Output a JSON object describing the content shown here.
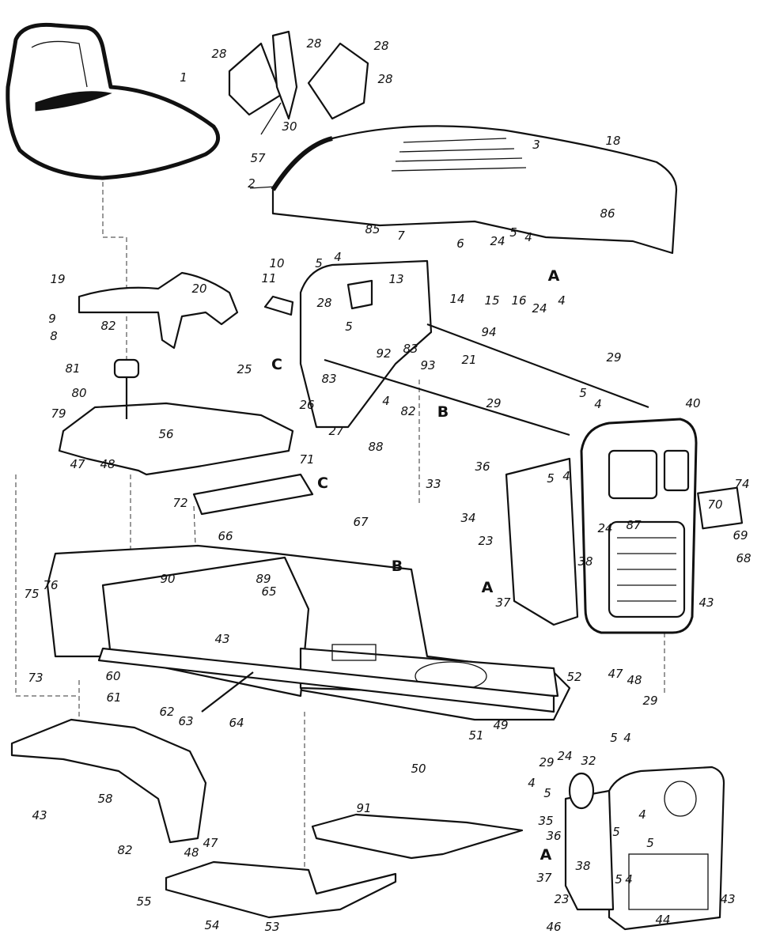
{
  "diagram": {
    "type": "exploded parts diagram",
    "callouts": [
      "1",
      "28",
      "28",
      "28",
      "28",
      "30",
      "3",
      "18",
      "57",
      "2",
      "86",
      "85",
      "7",
      "10",
      "5",
      "4",
      "6",
      "24",
      "5",
      "4",
      "A",
      "24",
      "4",
      "15",
      "16",
      "19",
      "20",
      "9",
      "82",
      "8",
      "11",
      "28",
      "13",
      "14",
      "94",
      "5",
      "92",
      "83",
      "93",
      "21",
      "29",
      "81",
      "25",
      "C",
      "26",
      "83",
      "4",
      "82",
      "B",
      "29",
      "80",
      "27",
      "88",
      "5",
      "4",
      "40",
      "79",
      "56",
      "47",
      "48",
      "71",
      "C",
      "72",
      "66",
      "67",
      "33",
      "34",
      "36",
      "5",
      "4",
      "24",
      "87",
      "70",
      "74",
      "23",
      "38",
      "A",
      "37",
      "69",
      "68",
      "43",
      "B",
      "90",
      "89",
      "65",
      "76",
      "75",
      "43",
      "73",
      "60",
      "61",
      "62",
      "63",
      "64",
      "52",
      "47",
      "48",
      "29",
      "49",
      "51",
      "50",
      "5",
      "4",
      "29",
      "24",
      "32",
      "4",
      "5",
      "35",
      "91",
      "58",
      "43",
      "82",
      "36",
      "38",
      "5",
      "4",
      "5",
      "A",
      "37",
      "5",
      "4",
      "23",
      "43",
      "44",
      "46",
      "48",
      "47",
      "55",
      "54",
      "53"
    ]
  }
}
